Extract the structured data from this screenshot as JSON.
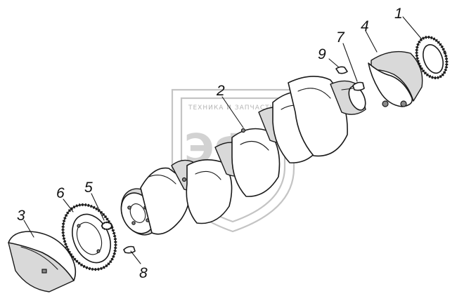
{
  "watermark": {
    "tagline": "ТЕХНИКА И ЗАПЧАСТИ",
    "logo_text": "ЭФ"
  },
  "callouts": [
    {
      "id": "1",
      "label": "1"
    },
    {
      "id": "2",
      "label": "2"
    },
    {
      "id": "3",
      "label": "3"
    },
    {
      "id": "4",
      "label": "4"
    },
    {
      "id": "5",
      "label": "5"
    },
    {
      "id": "6",
      "label": "6"
    },
    {
      "id": "7",
      "label": "7"
    },
    {
      "id": "8",
      "label": "8"
    },
    {
      "id": "9",
      "label": "9"
    }
  ],
  "icons": {
    "watermark": "shield-logo-icon"
  }
}
